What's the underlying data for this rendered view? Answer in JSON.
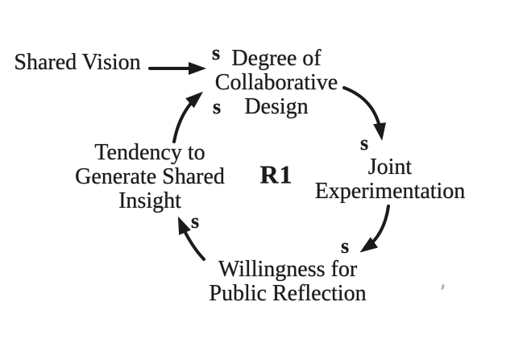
{
  "loop": {
    "label": "R1"
  },
  "nodes": {
    "shared_vision": {
      "lines": [
        "Shared Vision"
      ]
    },
    "collaborative_design": {
      "lines": [
        "Degree of",
        "Collaborative",
        "Design"
      ]
    },
    "joint_experimentation": {
      "lines": [
        "Joint",
        "Experimentation"
      ]
    },
    "public_reflection": {
      "lines": [
        "Willingness for",
        "Public Reflection"
      ]
    },
    "shared_insight": {
      "lines": [
        "Tendency to",
        "Generate Shared",
        "Insight"
      ]
    }
  },
  "links": [
    {
      "from": "shared_vision",
      "to": "collaborative_design",
      "polarity": "s"
    },
    {
      "from": "shared_insight",
      "to": "collaborative_design",
      "polarity": "s"
    },
    {
      "from": "collaborative_design",
      "to": "joint_experimentation",
      "polarity": "s"
    },
    {
      "from": "joint_experimentation",
      "to": "public_reflection",
      "polarity": "s"
    },
    {
      "from": "public_reflection",
      "to": "shared_insight",
      "polarity": "s"
    }
  ],
  "colors": {
    "ink": "#1b1b1b",
    "background": "#ffffff"
  }
}
